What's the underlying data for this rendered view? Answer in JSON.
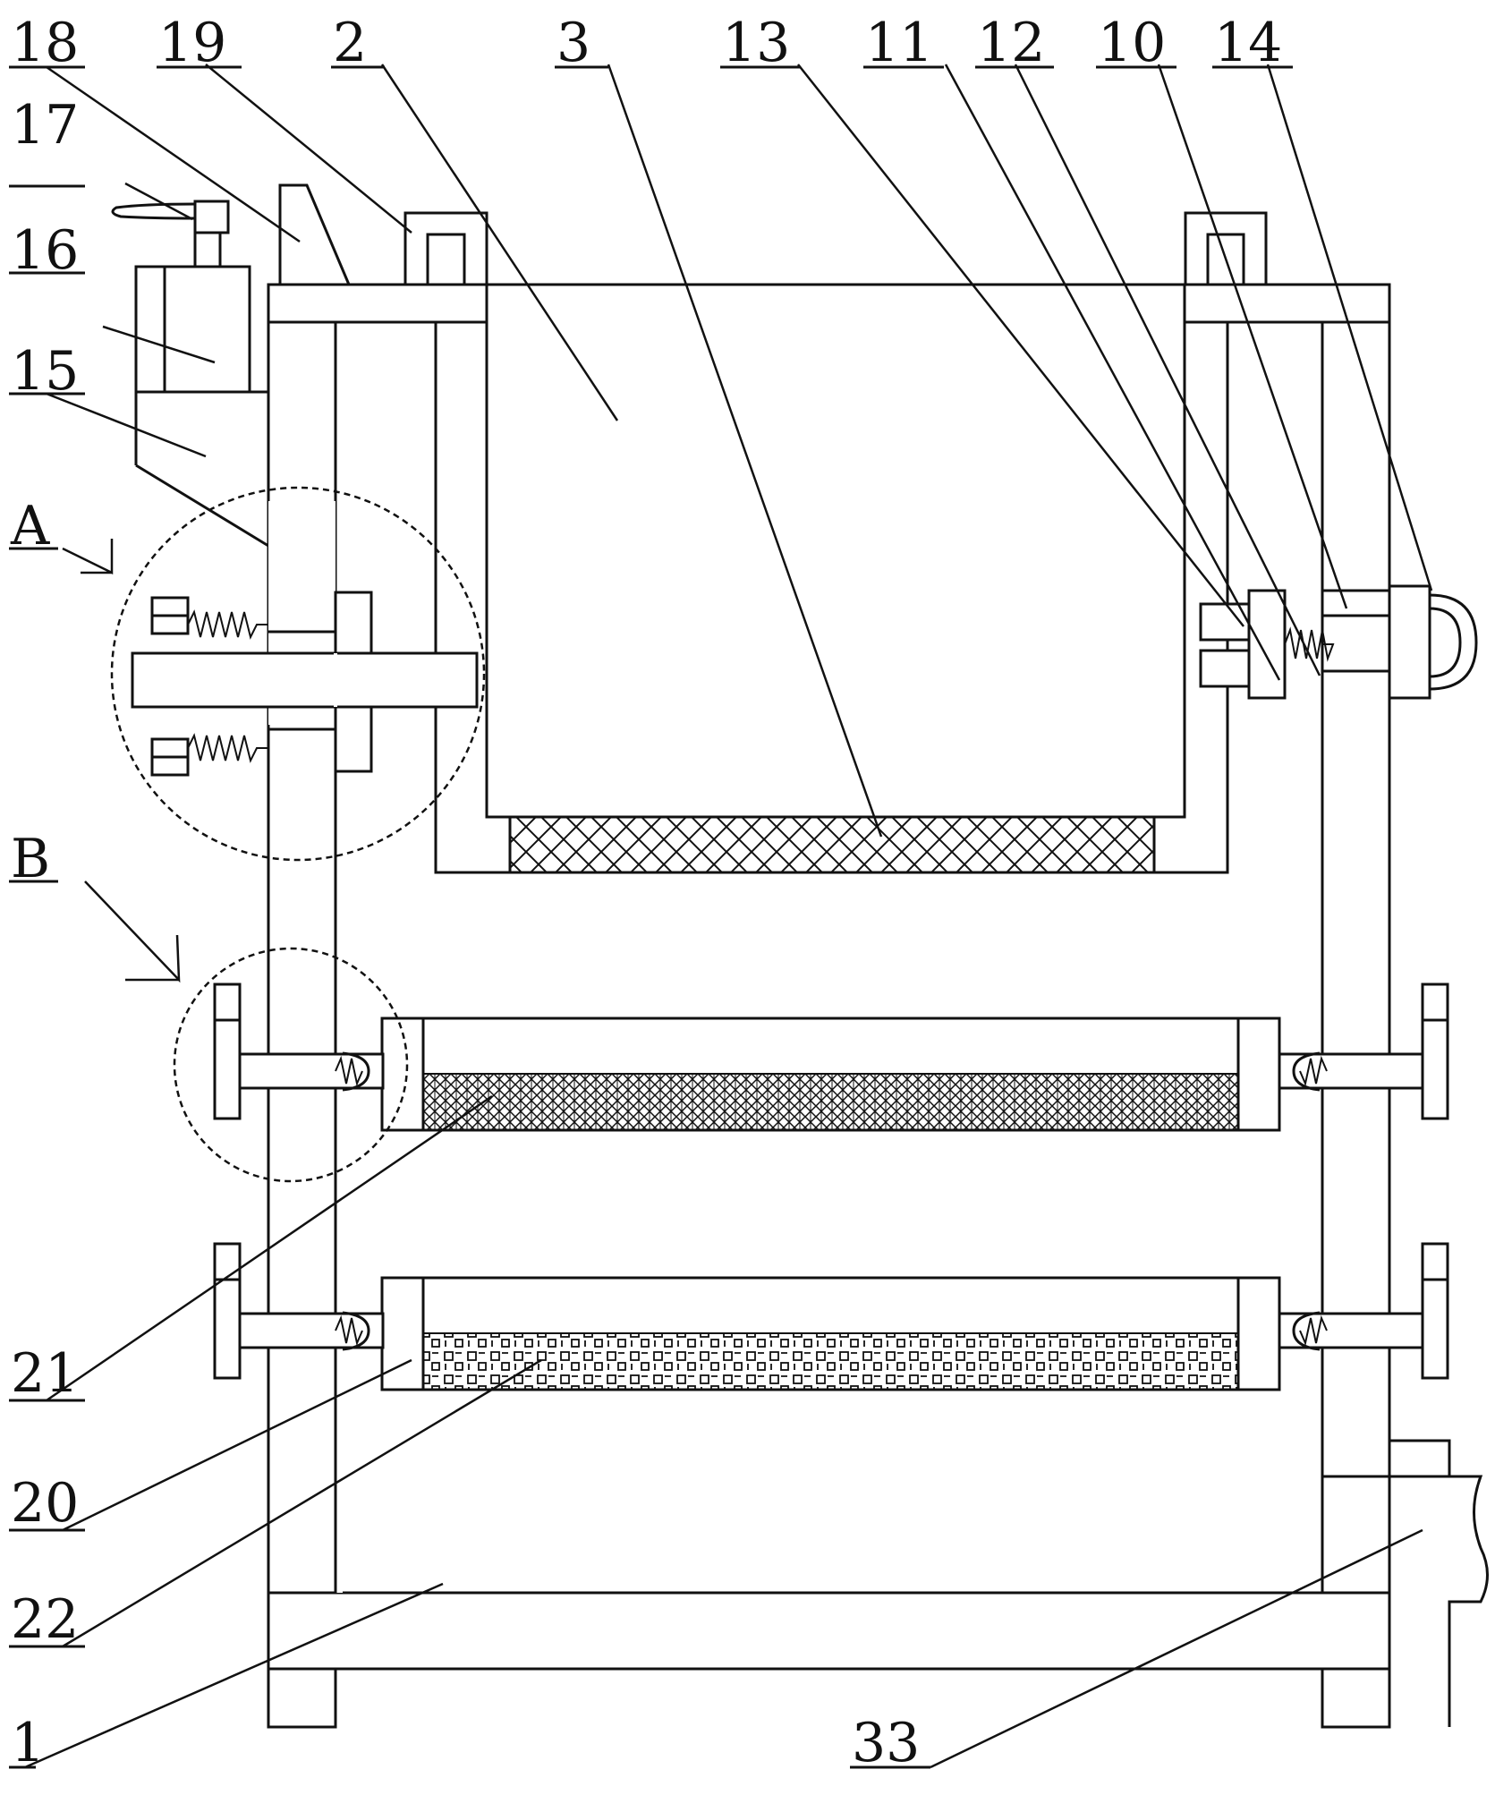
{
  "labels": {
    "l18": "18",
    "l19": "19",
    "l2": "2",
    "l3": "3",
    "l13": "13",
    "l11": "11",
    "l12": "12",
    "l10": "10",
    "l14": "14",
    "l17": "17",
    "l16": "16",
    "l15": "15",
    "lA": "A",
    "lB": "B",
    "l21": "21",
    "l20": "20",
    "l22": "22",
    "l1": "1",
    "l33": "33"
  }
}
